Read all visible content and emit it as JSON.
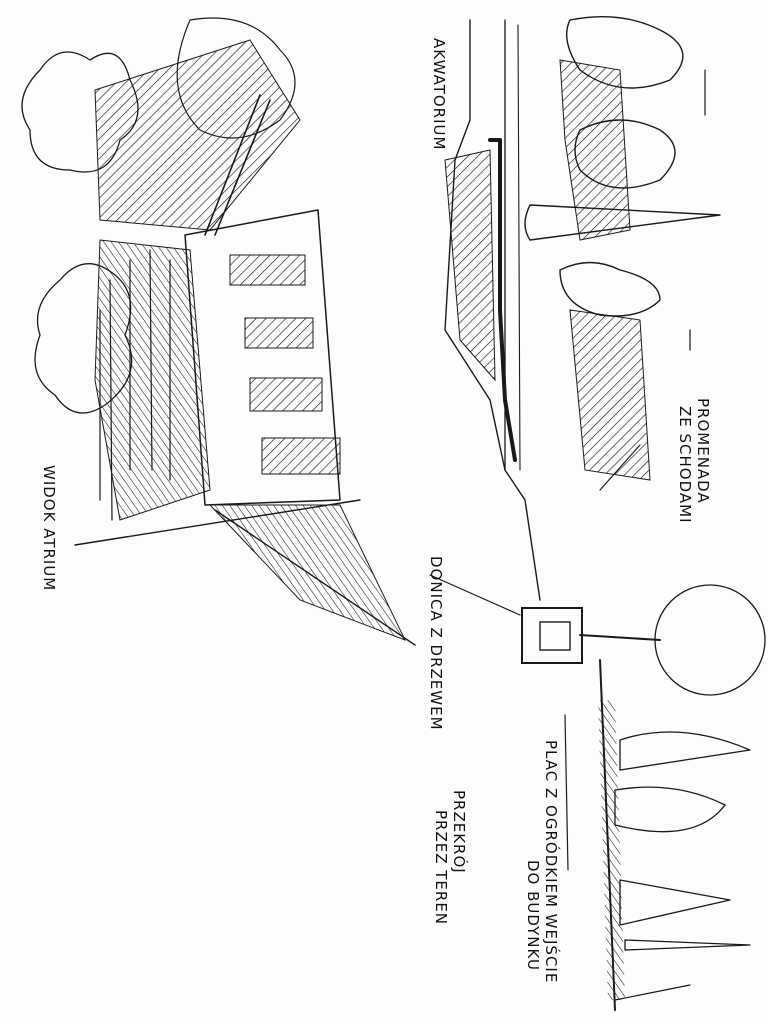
{
  "labels": {
    "aquarium": "AKWATORIUM",
    "promenade_line1": "PROMENADA",
    "promenade_line2": "ZE SCHODAMI",
    "tree_planter": "DONICA Z DRZEWEM",
    "square_line1": "PLAC Z OGRÓDKIEM WEJŚCIE",
    "square_line2": "DO BUDYNKU",
    "passage_line1": "PRZEKRÓJ",
    "passage_line2": "PRZEZ TEREN",
    "atrium": "WIDOK ATRIUM"
  },
  "colors": {
    "ink": "#1a1a1a",
    "paper": "#fdfdfb"
  }
}
